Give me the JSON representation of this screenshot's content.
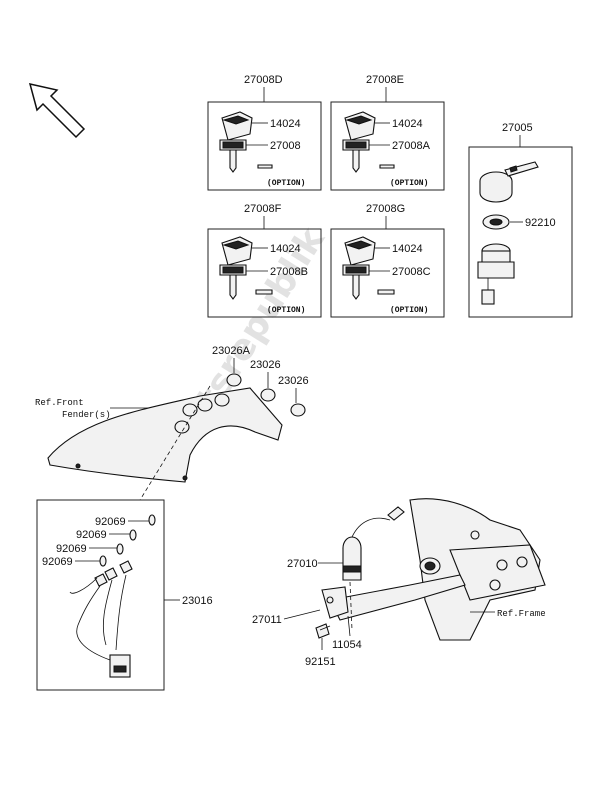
{
  "watermark": "Partsrepublik",
  "boxes": {
    "set_d": {
      "title": "27008D",
      "cap": "14024",
      "key": "27008",
      "option": "(OPTION)"
    },
    "set_e": {
      "title": "27008E",
      "cap": "14024",
      "key": "27008A",
      "option": "(OPTION)"
    },
    "set_f": {
      "title": "27008F",
      "cap": "14024",
      "key": "27008B",
      "option": "(OPTION)"
    },
    "set_g": {
      "title": "27008G",
      "cap": "14024",
      "key": "27008C",
      "option": "(OPTION)"
    },
    "switch": {
      "title": "27005",
      "nut": "92210"
    }
  },
  "labels": {
    "cap_a": "23026A",
    "cap_1": "23026",
    "cap_2": "23026",
    "ref_front_1": "Ref.Front",
    "ref_front_2": "Fender(s)",
    "screw_1": "92069",
    "screw_2": "92069",
    "screw_3": "92069",
    "screw_4": "92069",
    "harness": "23016",
    "switch_body": "27010",
    "bracket": "27011",
    "bolt": "92151",
    "bracket_b": "11054",
    "ref_frame": "Ref.Frame"
  }
}
